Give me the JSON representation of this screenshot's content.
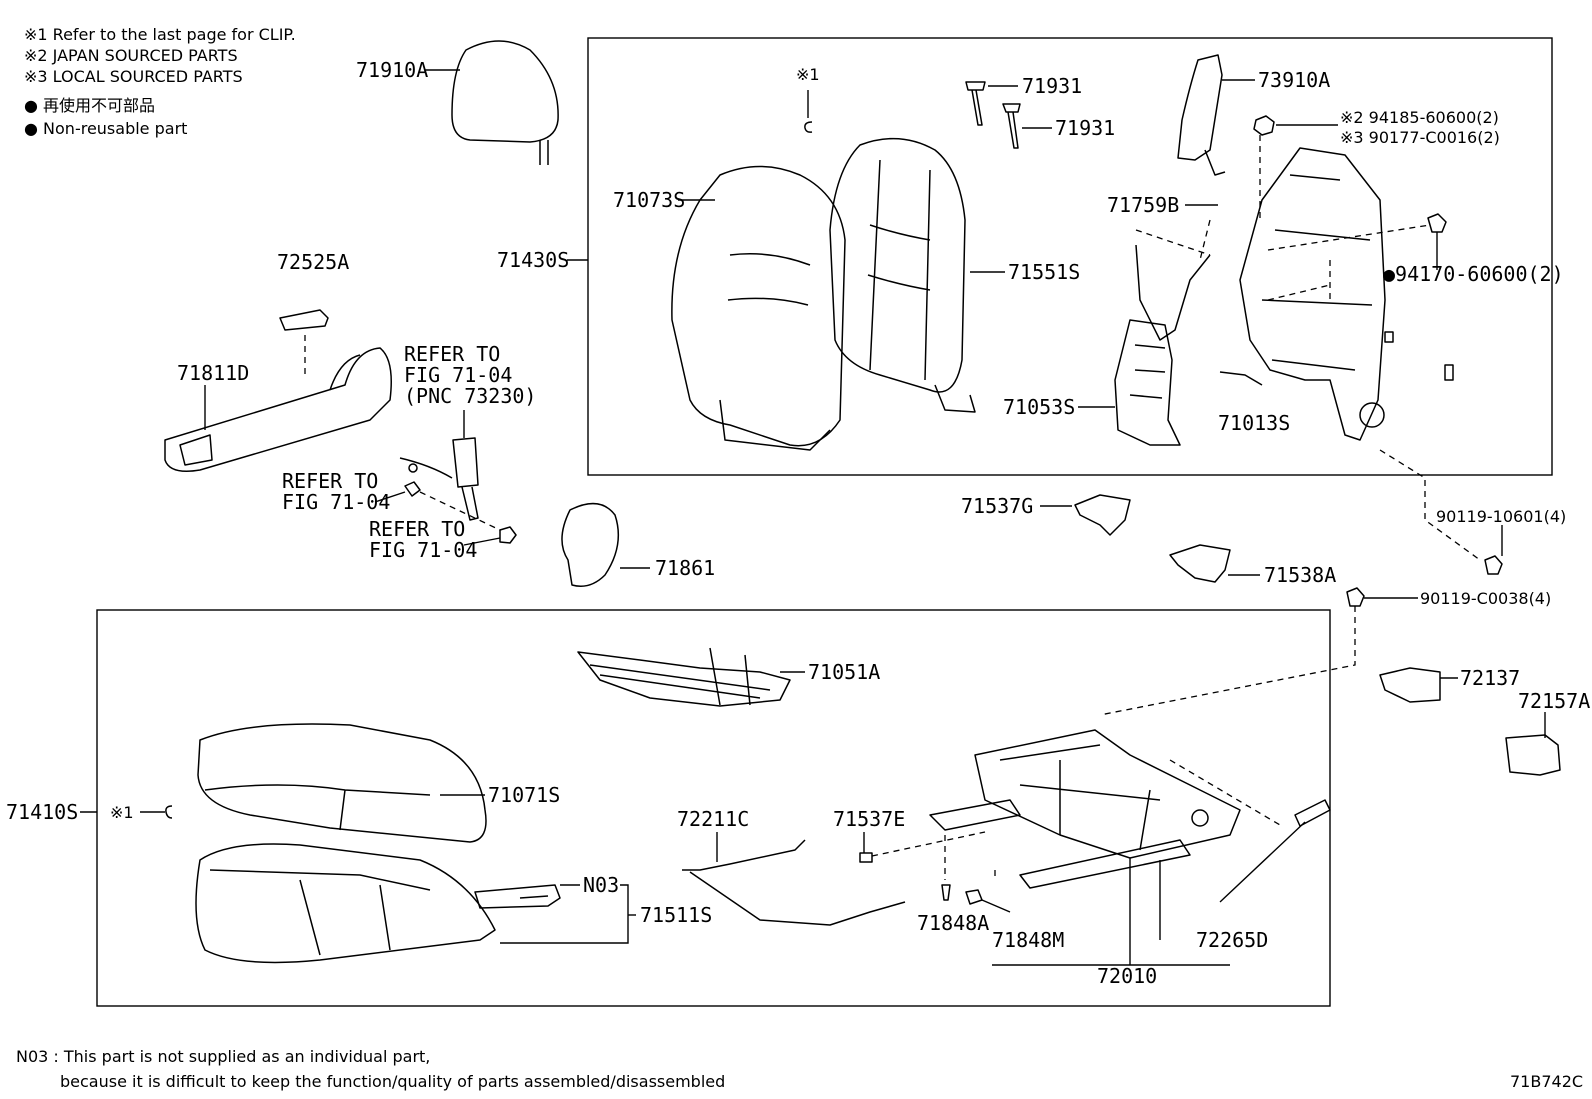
{
  "legend": {
    "note1": "※1 Refer to the last page for CLIP.",
    "note2": "※2 JAPAN SOURCED PARTS",
    "note3": "※3 LOCAL SOURCED PARTS",
    "nonreusable_jp": "● 再使用不可部品",
    "nonreusable_en": "● Non-reusable part"
  },
  "labels": {
    "p71910A": "71910A",
    "p71073S": "71073S",
    "p71430S": "71430S",
    "p71551S": "71551S",
    "p71931a": "71931",
    "p71931b": "71931",
    "p73910A": "73910A",
    "x1_top": "※1",
    "p94185": "※2 94185-60600(2)",
    "p90177": "※3 90177-C0016(2)",
    "p71759B": "71759B",
    "p94170": "●94170-60600(2)",
    "p71053S": "71053S",
    "p71013S": "71013S",
    "p72525A": "72525A",
    "p71811D": "71811D",
    "ref1a": "REFER TO",
    "ref1b": "FIG 71-04",
    "ref1c": "(PNC 73230)",
    "ref2a": "REFER TO",
    "ref2b": "FIG 71-04",
    "ref3a": "REFER TO",
    "ref3b": "FIG 71-04",
    "p71861": "71861",
    "p71537G": "71537G",
    "p71538A": "71538A",
    "p90119_10601": "90119-10601(4)",
    "p90119_C0038": "90119-C0038(4)",
    "p71051A": "71051A",
    "p72137": "72137",
    "p72157A": "72157A",
    "p71410S": "71410S",
    "x1_bottom": "※1",
    "p71071S": "71071S",
    "p72211C": "72211C",
    "p71537E": "71537E",
    "pN03": "N03",
    "p71511S": "71511S",
    "p71848A": "71848A",
    "p71848M": "71848M",
    "p72265D": "72265D",
    "p72010": "72010"
  },
  "footer": {
    "n03_line1": "N03 : This part is not supplied as an individual part,",
    "n03_line2": "because it is difficult to keep the function/quality of parts assembled/disassembled",
    "figure_code": "71B742C"
  }
}
